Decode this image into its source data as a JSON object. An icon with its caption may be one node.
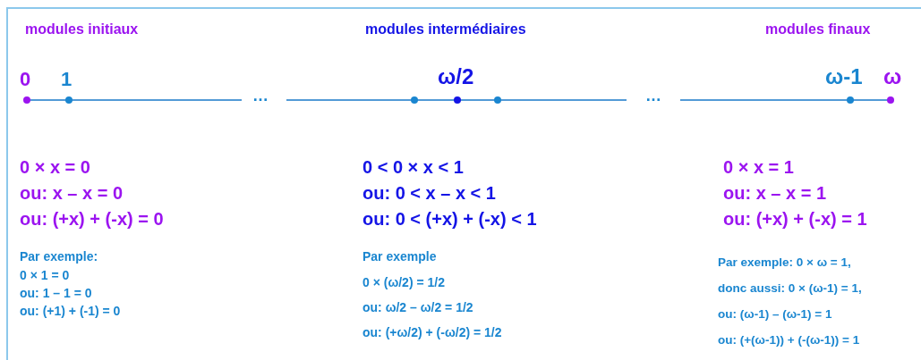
{
  "diagram": {
    "labels": [
      "modules initiaux",
      "modules intermédiaires",
      "modules finaux",
      "0",
      "1",
      "ω/2",
      "ω-1",
      "ω",
      "…",
      "…",
      "0 × x = 0",
      "ou: x – x = 0",
      "ou: (+x) + (-x) = 0",
      "0 < 0 × x < 1",
      "ou: 0 < x – x < 1",
      "ou: 0 < (+x) + (-x) < 1",
      "0 × x = 1",
      "ou: x – x = 1",
      "ou: (+x) + (-x) = 1",
      "Par exemple:",
      "0 × 1 = 0",
      "ou: 1 – 1 = 0",
      "ou: (+1) + (-1) = 0",
      "Par exemple",
      "0 × (ω/2) = 1/2",
      "ou: ω/2 – ω/2 = 1/2",
      "ou: (+ω/2) + (-ω/2) = 1/2",
      "Par exemple: 0 × ω = 1,",
      "donc aussi: 0 × (ω-1) = 1,",
      "ou: (ω-1) – (ω-1) = 1",
      "ou: (+(ω-1)) + (-(ω-1)) = 1"
    ]
  }
}
